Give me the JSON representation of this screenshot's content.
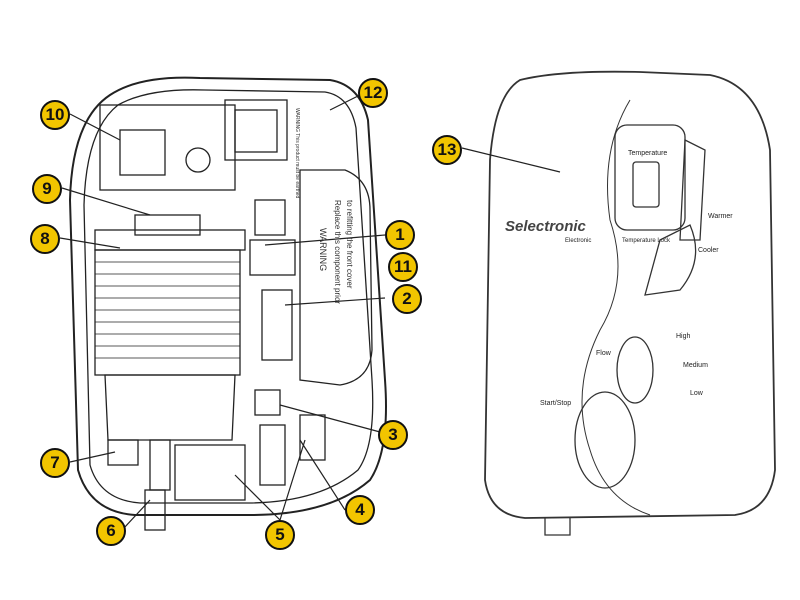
{
  "callouts": [
    "1",
    "2",
    "3",
    "4",
    "5",
    "6",
    "7",
    "8",
    "9",
    "10",
    "11",
    "12",
    "13"
  ],
  "internal_view": {
    "warning_plate_text": "WARNING This product must be earthed",
    "cover_warning_title": "WARNING",
    "cover_warning_line1": "Replace this component prior",
    "cover_warning_line2": "to refitting the front cover"
  },
  "front_cover": {
    "brand": "Selectronic",
    "brand_sub": "Electronic",
    "temperature_label": "Temperature",
    "temperature_lock_label": "Temperature Lock",
    "warmer_label": "Warmer",
    "cooler_label": "Cooler",
    "flow_label": "Flow",
    "high_label": "High",
    "medium_label": "Medium",
    "low_label": "Low",
    "start_stop_label": "Start/Stop"
  },
  "colors": {
    "callout_fill": "#f2c500",
    "line": "#222222"
  }
}
